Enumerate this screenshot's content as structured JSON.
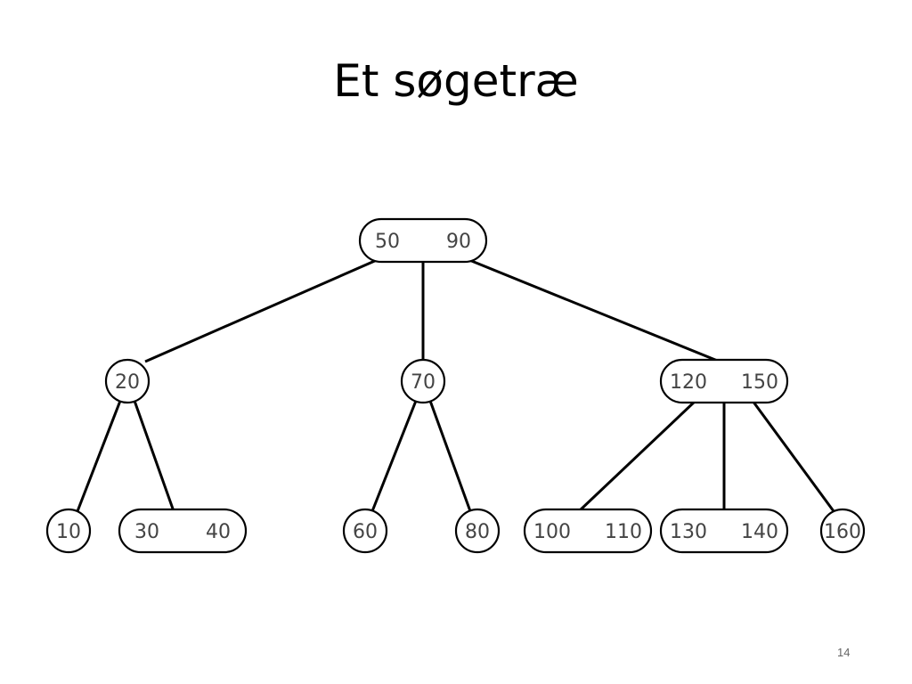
{
  "slide": {
    "title": "Et søgetræ",
    "page_number": "14"
  },
  "tree": {
    "root": {
      "keys": [
        "50",
        "90"
      ],
      "children": [
        {
          "keys": [
            "20"
          ],
          "children": [
            {
              "keys": [
                "10"
              ]
            },
            {
              "keys": [
                "30",
                "40"
              ]
            }
          ]
        },
        {
          "keys": [
            "70"
          ],
          "children": [
            {
              "keys": [
                "60"
              ]
            },
            {
              "keys": [
                "80"
              ]
            }
          ]
        },
        {
          "keys": [
            "120",
            "150"
          ],
          "children": [
            {
              "keys": [
                "100",
                "110"
              ]
            },
            {
              "keys": [
                "130",
                "140"
              ]
            },
            {
              "keys": [
                "160"
              ]
            }
          ]
        }
      ]
    }
  }
}
